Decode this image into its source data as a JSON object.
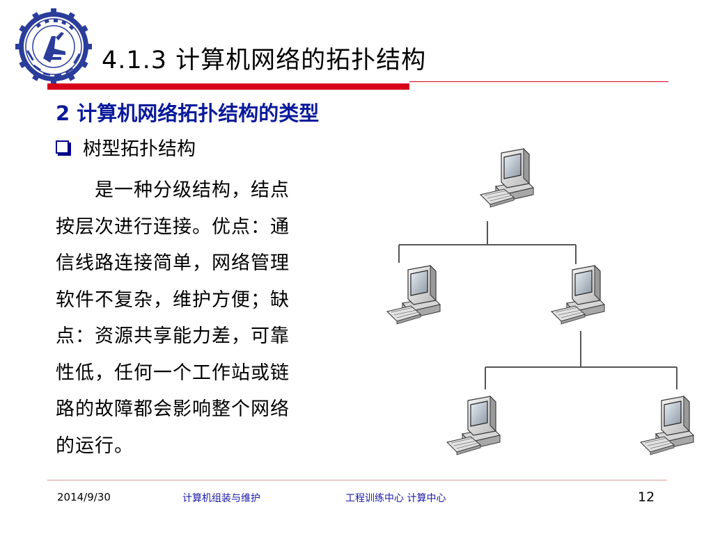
{
  "slide": {
    "title": "4.1.3  计算机网络的拓扑结构",
    "section_heading": "2  计算机网络拓扑结构的类型",
    "bullet": "树型拓扑结构",
    "paragraph_lines": [
      "　　是一种分级结构，结点",
      "按层次进行连接。优点：通",
      "信线路连接简单，网络管理",
      "软件不复杂，维护方便；缺",
      "点：资源共享能力差，可靠",
      "性低，任何一个工作站或链",
      "路的故障都会影响整个网络",
      "的运行。"
    ]
  },
  "logo": {
    "icon": "university-training-center-seal",
    "colors": {
      "primary": "#2a3d9a",
      "accent": "#ffffff"
    }
  },
  "diagram": {
    "type": "tree-topology",
    "node_icon": "desktop-computer-icon",
    "line_color": "#555555",
    "levels": [
      1,
      2,
      2
    ]
  },
  "footer": {
    "date": "2014/9/30",
    "course": "计算机组装与维护",
    "center": "工程训练中心 计算中心",
    "page": "12"
  },
  "colors": {
    "rule_red": "#d7001a",
    "heading_blue": "#0a1a9a",
    "footer_blue": "#1a1aa8"
  }
}
